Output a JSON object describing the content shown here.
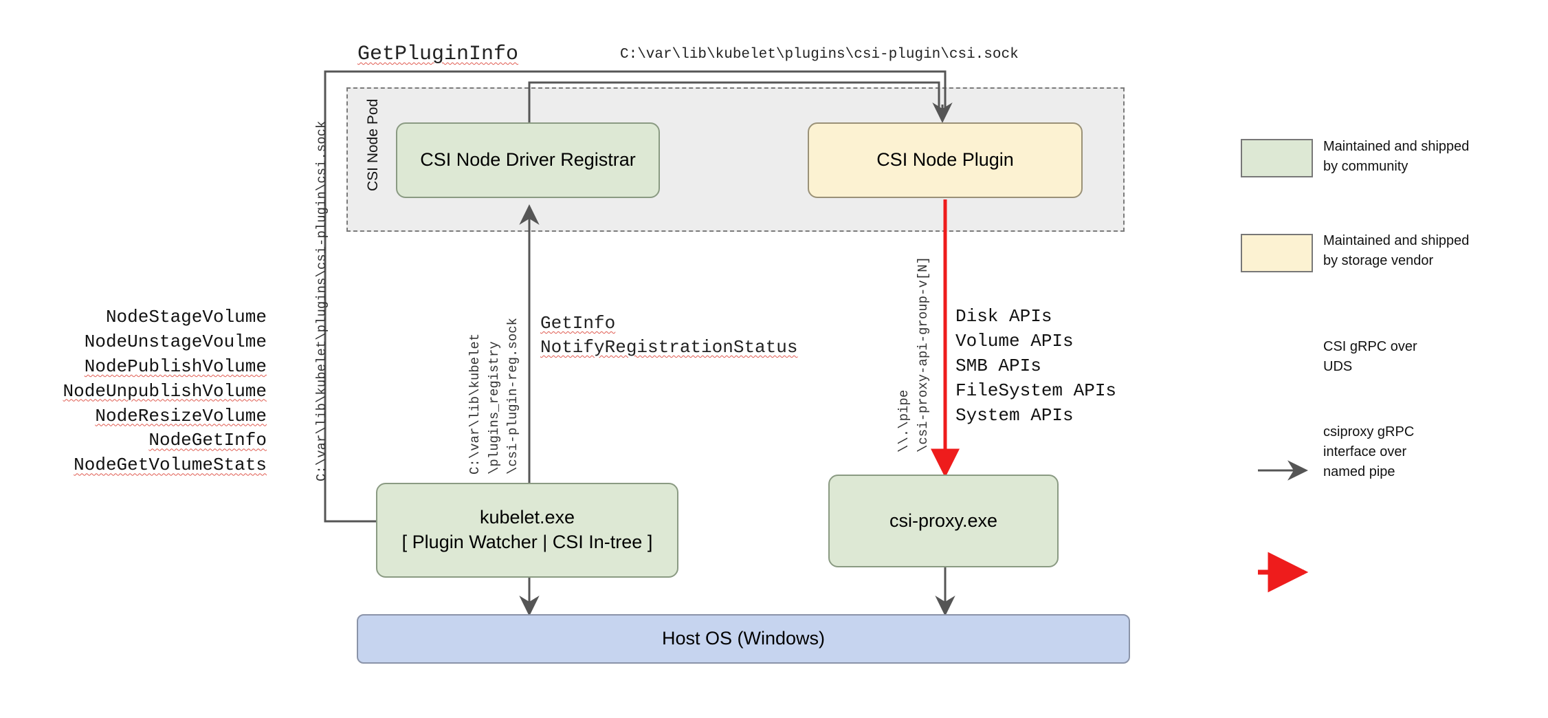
{
  "diagram": {
    "title_labels": {
      "get_plugin_info": "GetPluginInfo",
      "csi_sock_path": "C:\\var\\lib\\kubelet\\plugins\\csi-plugin\\csi.sock",
      "get_info": "GetInfo",
      "notify_registration_status": "NotifyRegistrationStatus"
    },
    "pod": {
      "label": "CSI Node Pod"
    },
    "nodes": {
      "registrar": {
        "label": "CSI Node Driver Registrar",
        "fill": "#dde8d4"
      },
      "node_plugin": {
        "label": "CSI Node Plugin",
        "fill": "#fcf2d2"
      },
      "kubelet": {
        "line1": "kubelet.exe",
        "line2": "[ Plugin Watcher | CSI In-tree ]",
        "fill": "#dde8d4"
      },
      "csi_proxy": {
        "label": "csi-proxy.exe",
        "fill": "#dde8d4"
      },
      "host_os": {
        "label": "Host OS (Windows)",
        "fill": "#c6d4ef"
      }
    },
    "csi_node_apis": [
      "NodeStageVolume",
      "NodeUnstageVoulme",
      "NodePublishVolume",
      "NodeUnpublishVolume",
      "NodeResizeVolume",
      "NodeGetInfo",
      "NodeGetVolumeStats"
    ],
    "csiproxy_apis": [
      "Disk APIs",
      "Volume APIs",
      "SMB APIs",
      "FileSystem APIs",
      "System APIs"
    ],
    "edge_labels": {
      "left_socket_vertical": "C:\\var\\lib\\kubelet\\plugins\\csi-plugin\\csi.sock",
      "registry_socket_vertical": "C:\\var\\lib\\kubelet\n\\plugins_registry\n\\csi-plugin-reg.sock",
      "named_pipe_vertical": "\\\\.\\pipe\n\\csi-proxy-api-group-v[N]"
    },
    "legend": {
      "items": [
        {
          "kind": "swatch",
          "color": "#dde8d4",
          "text": "Maintained and shipped\nby community"
        },
        {
          "kind": "swatch",
          "color": "#fcf2d2",
          "text": "Maintained and shipped\nby storage vendor"
        },
        {
          "kind": "arrow",
          "color": "#555555",
          "text": "CSI gRPC over\nUDS"
        },
        {
          "kind": "arrow",
          "color": "#ee1c1c",
          "text": "csiproxy gRPC\ninterface over\nnamed pipe"
        }
      ]
    },
    "colors": {
      "line": "#555555",
      "red": "#ee1c1c",
      "pod_fill": "#ededed",
      "pod_border": "#7a7a7a"
    }
  }
}
